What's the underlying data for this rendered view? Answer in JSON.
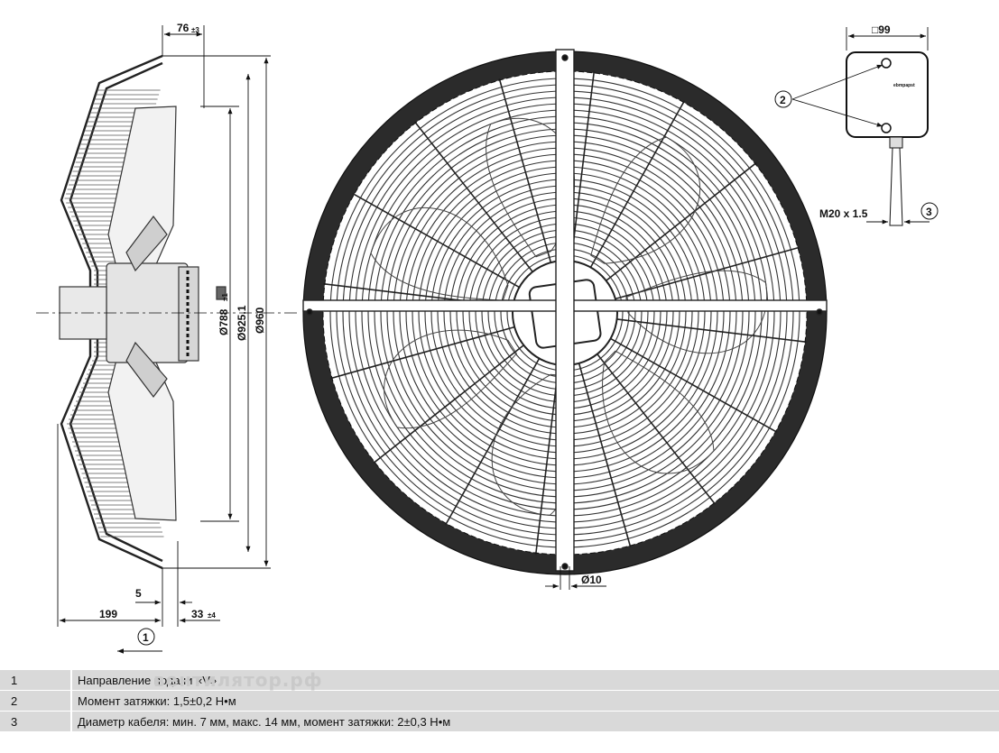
{
  "side_view": {
    "dim_top": "76",
    "dim_top_tol": "±3",
    "dim_d1": "Ø788",
    "dim_d1_tol": "±1",
    "dim_d2": "Ø925.1",
    "dim_d3": "Ø960",
    "dim_5": "5",
    "dim_199": "199",
    "dim_33": "33",
    "dim_33_tol": "±4",
    "callout_1": "1"
  },
  "front_view": {
    "hole_dim": "Ø10"
  },
  "terminal_box": {
    "size_dim": "□99",
    "callout_2": "2",
    "gland_dim": "M20 x 1.5",
    "callout_3": "3",
    "brand": "ebmpapst"
  },
  "legend": [
    {
      "num": "1",
      "text": "Направление подачи «V»"
    },
    {
      "num": "2",
      "text": "Момент затяжки: 1,5±0,2 Н•м"
    },
    {
      "num": "3",
      "text": "Диаметр кабеля: мин. 7 мм, макс. 14 мм, момент затяжки: 2±0,3 Н•м"
    }
  ],
  "watermark": "вентилятор.рф"
}
